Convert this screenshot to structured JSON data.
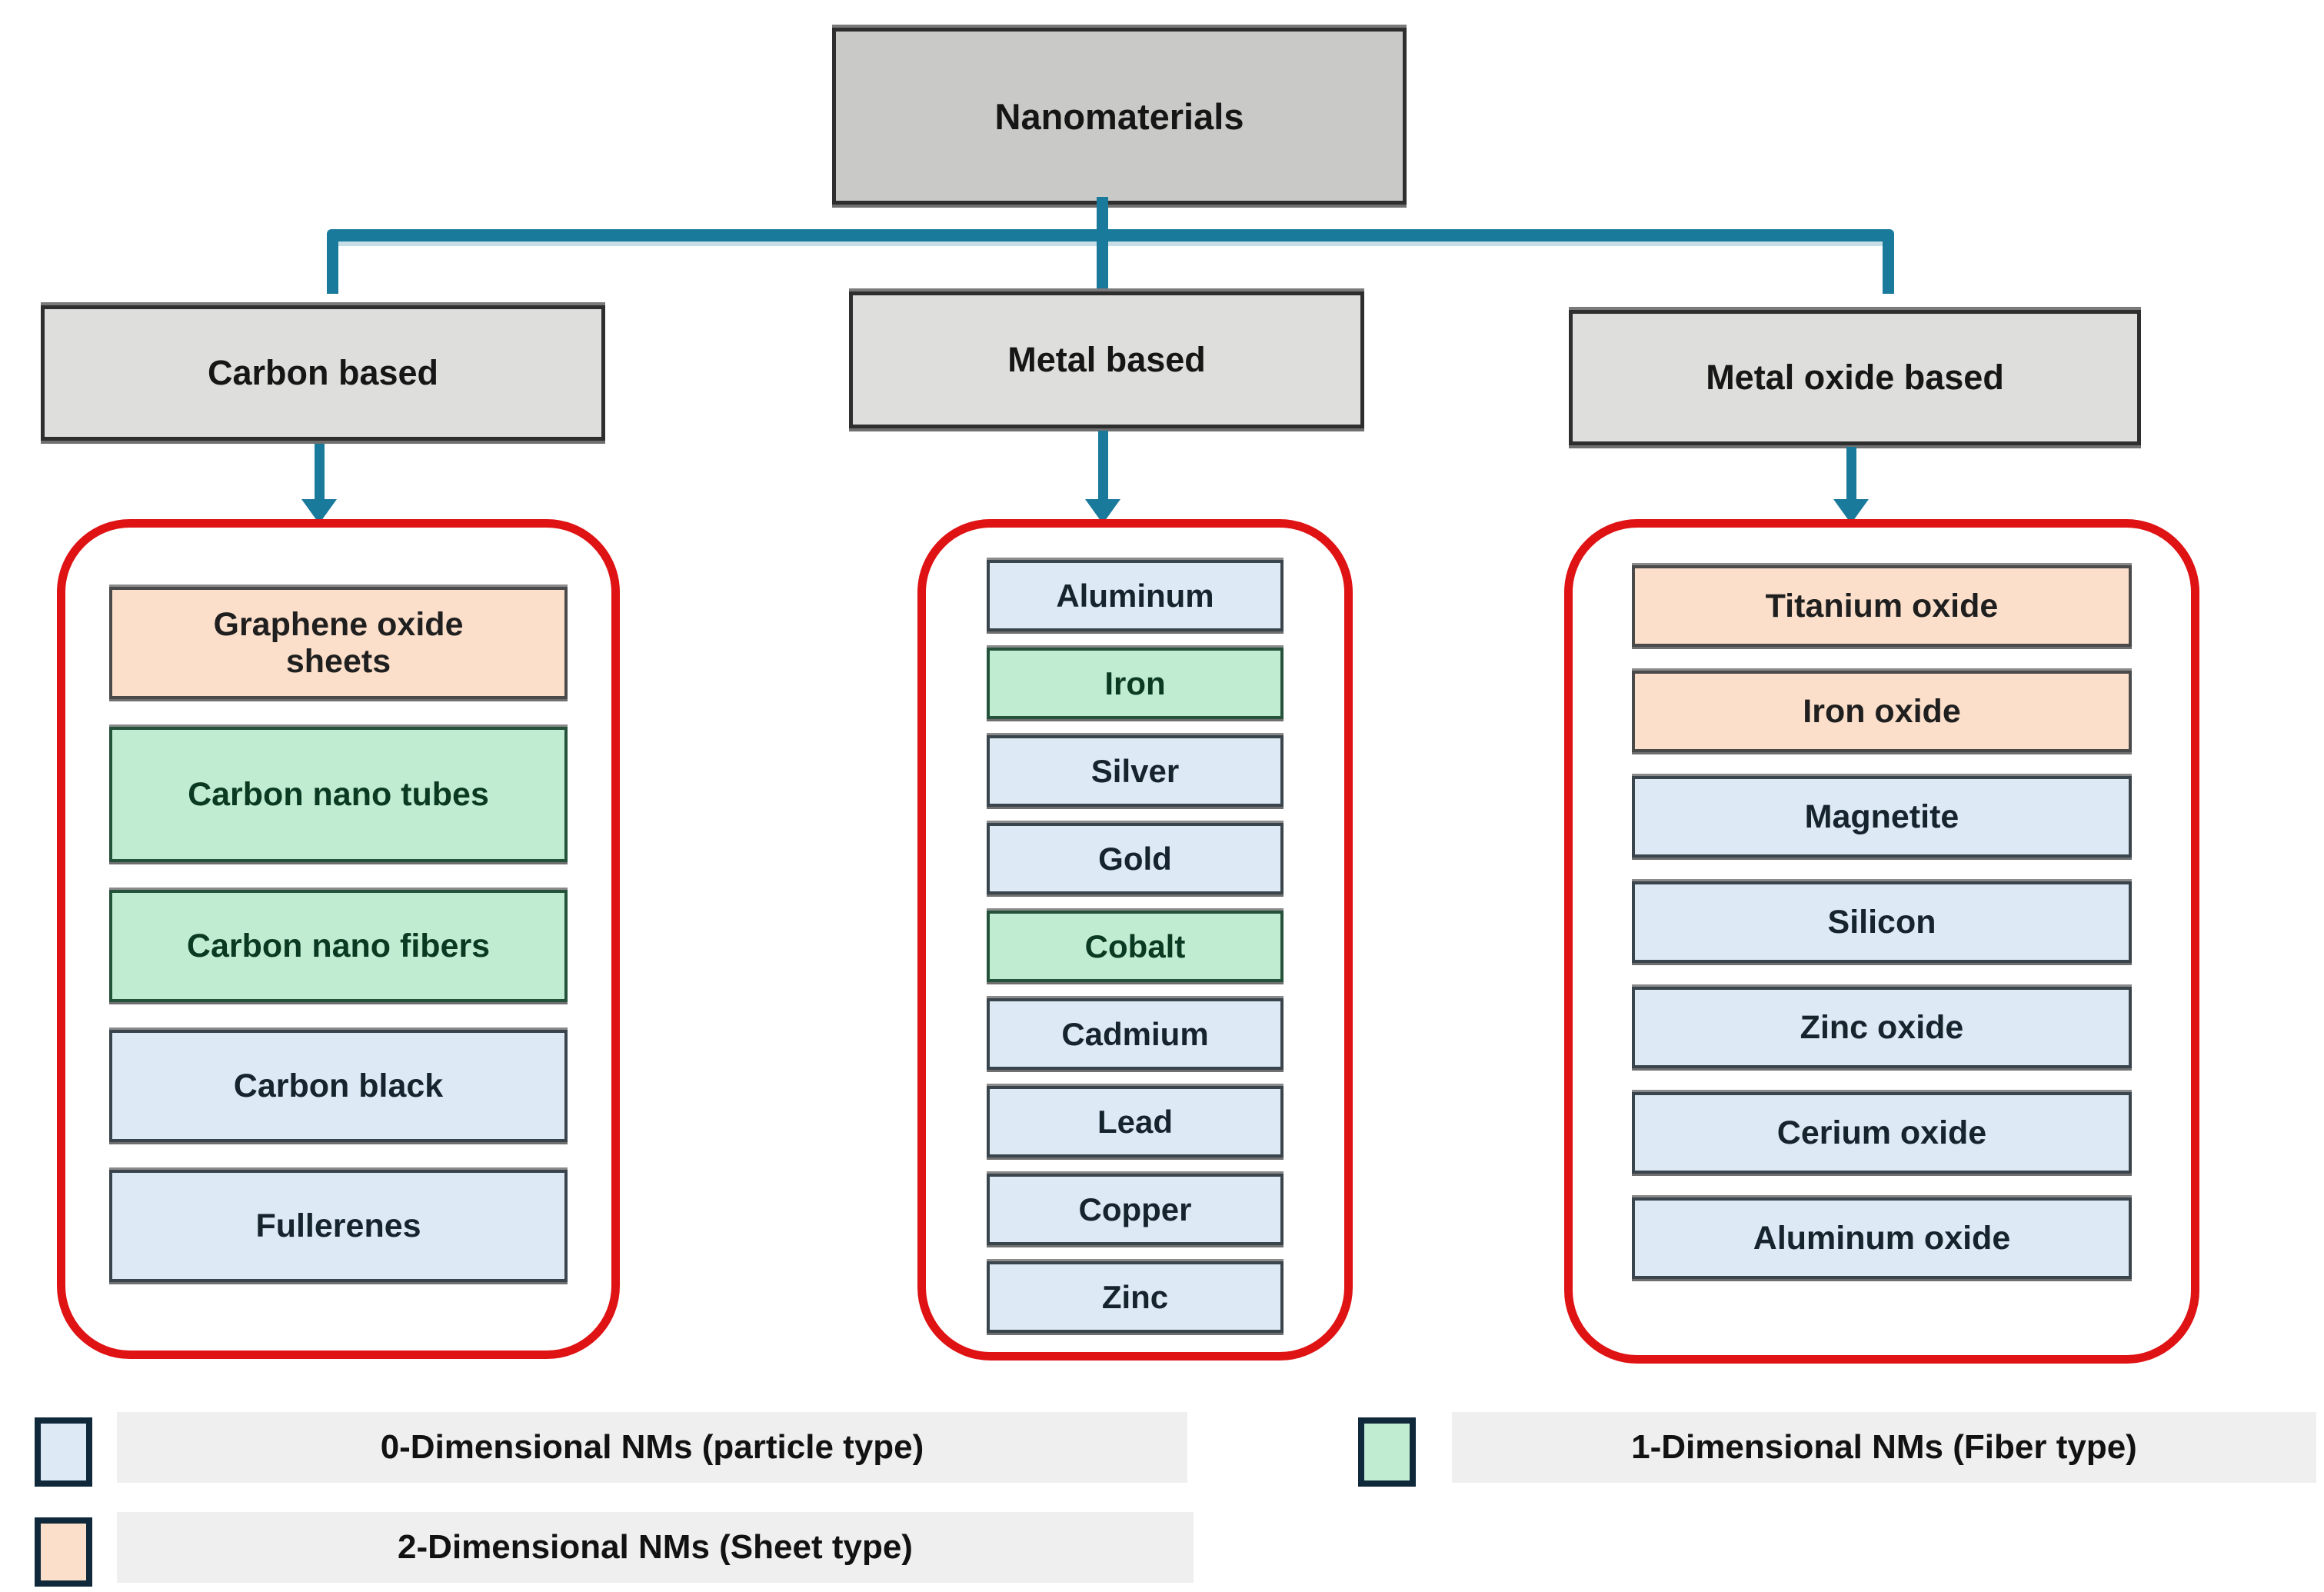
{
  "root": {
    "label": "Nanomaterials"
  },
  "branches": [
    {
      "label": "Carbon based",
      "items": [
        {
          "label": "Graphene oxide sheets",
          "dim": 2
        },
        {
          "label": "Carbon nano tubes",
          "dim": 1
        },
        {
          "label": "Carbon nano fibers",
          "dim": 1
        },
        {
          "label": "Carbon black",
          "dim": 0
        },
        {
          "label": "Fullerenes",
          "dim": 0
        }
      ]
    },
    {
      "label": "Metal based",
      "items": [
        {
          "label": "Aluminum",
          "dim": 0
        },
        {
          "label": "Iron",
          "dim": 1
        },
        {
          "label": "Silver",
          "dim": 0
        },
        {
          "label": "Gold",
          "dim": 0
        },
        {
          "label": "Cobalt",
          "dim": 1
        },
        {
          "label": "Cadmium",
          "dim": 0
        },
        {
          "label": "Lead",
          "dim": 0
        },
        {
          "label": "Copper",
          "dim": 0
        },
        {
          "label": "Zinc",
          "dim": 0
        }
      ]
    },
    {
      "label": "Metal oxide based",
      "items": [
        {
          "label": "Titanium oxide",
          "dim": 2
        },
        {
          "label": "Iron oxide",
          "dim": 2
        },
        {
          "label": "Magnetite",
          "dim": 0
        },
        {
          "label": "Silicon",
          "dim": 0
        },
        {
          "label": "Zinc oxide",
          "dim": 0
        },
        {
          "label": "Cerium oxide",
          "dim": 0
        },
        {
          "label": "Aluminum oxide",
          "dim": 0
        }
      ]
    }
  ],
  "legend": [
    {
      "dim": 0,
      "label": "0-Dimensional NMs (particle type)"
    },
    {
      "dim": 1,
      "label": "1-Dimensional NMs (Fiber type)"
    },
    {
      "dim": 2,
      "label": "2-Dimensional NMs (Sheet type)"
    }
  ],
  "colors": {
    "connector": "#1a7a9c",
    "group_border": "#df1214",
    "dim0": "#dde9f4",
    "dim1": "#c0edd2",
    "dim2": "#fbdfca",
    "category_fill": "#dededc",
    "root_fill": "#c9c9c7",
    "legend_strip": "#efefef"
  }
}
